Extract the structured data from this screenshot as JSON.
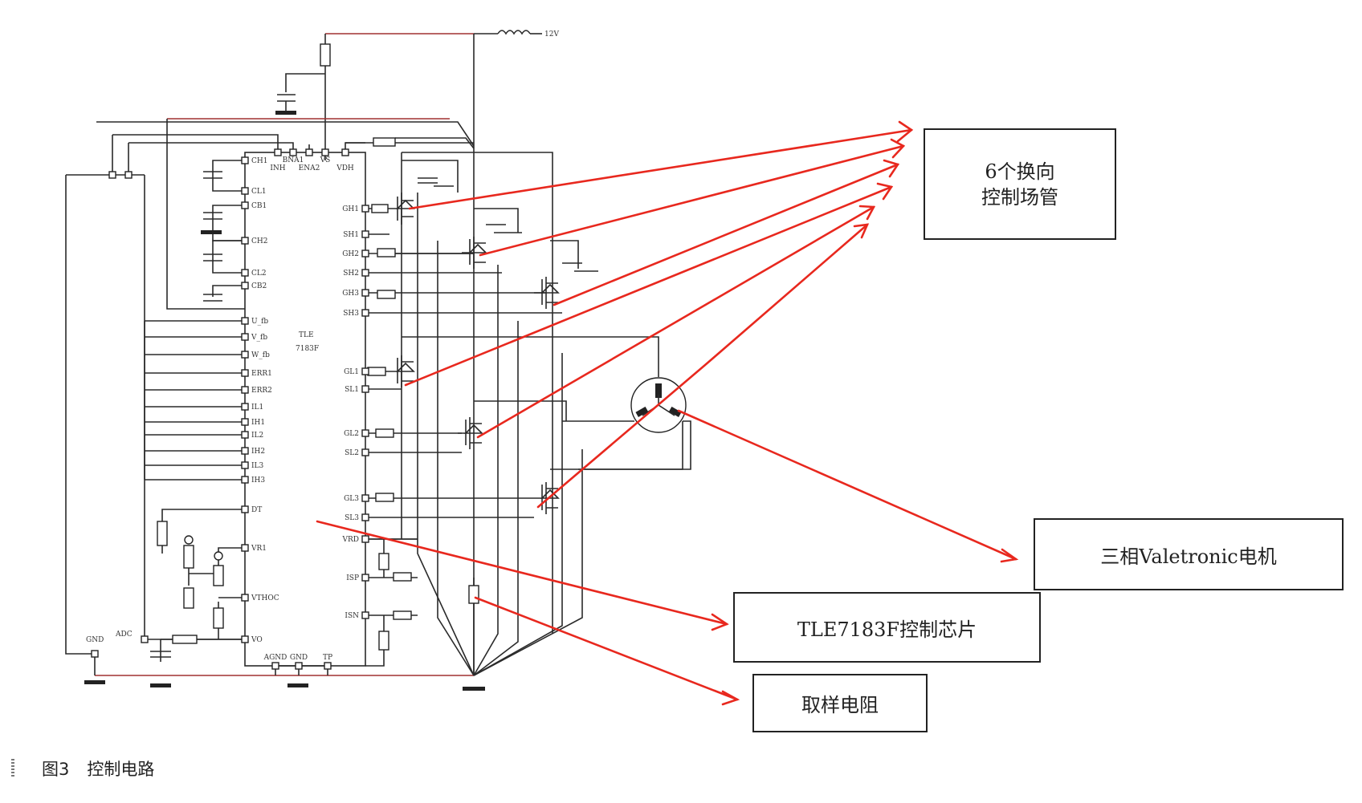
{
  "supply_label": "12V",
  "chip": {
    "name_line1": "TLE",
    "name_line2": "7183F",
    "top_pins": [
      "INH",
      "BNA1",
      "ENA2",
      "VS",
      "VDH"
    ],
    "left_pins": [
      "CH1",
      "CL1",
      "CB1",
      "CH2",
      "CL2",
      "CB2",
      "U_fb",
      "V_fb",
      "W_fb",
      "ERR1",
      "ERR2",
      "IL1",
      "IH1",
      "IL2",
      "IH2",
      "IL3",
      "IH3",
      "DT",
      "VR1",
      "VTHOC",
      "VO"
    ],
    "right_pins": [
      "GH1",
      "SH1",
      "GH2",
      "SH2",
      "GH3",
      "SH3",
      "GL1",
      "SL1",
      "GL2",
      "SL2",
      "GL3",
      "SL3",
      "VRD",
      "ISP",
      "ISN"
    ],
    "bottom_pins": [
      "AGND",
      "GND",
      "TP"
    ]
  },
  "connector_labels": {
    "gnd": "GND",
    "adc": "ADC"
  },
  "callouts": {
    "mosfets": {
      "line1": "6个换向",
      "line2": "控制场管"
    },
    "motor": "三相Valetronic电机",
    "chip": "TLE7183F控制芯片",
    "shunt": "取样电阻"
  },
  "caption": {
    "figure": "图3",
    "title": "控制电路"
  }
}
